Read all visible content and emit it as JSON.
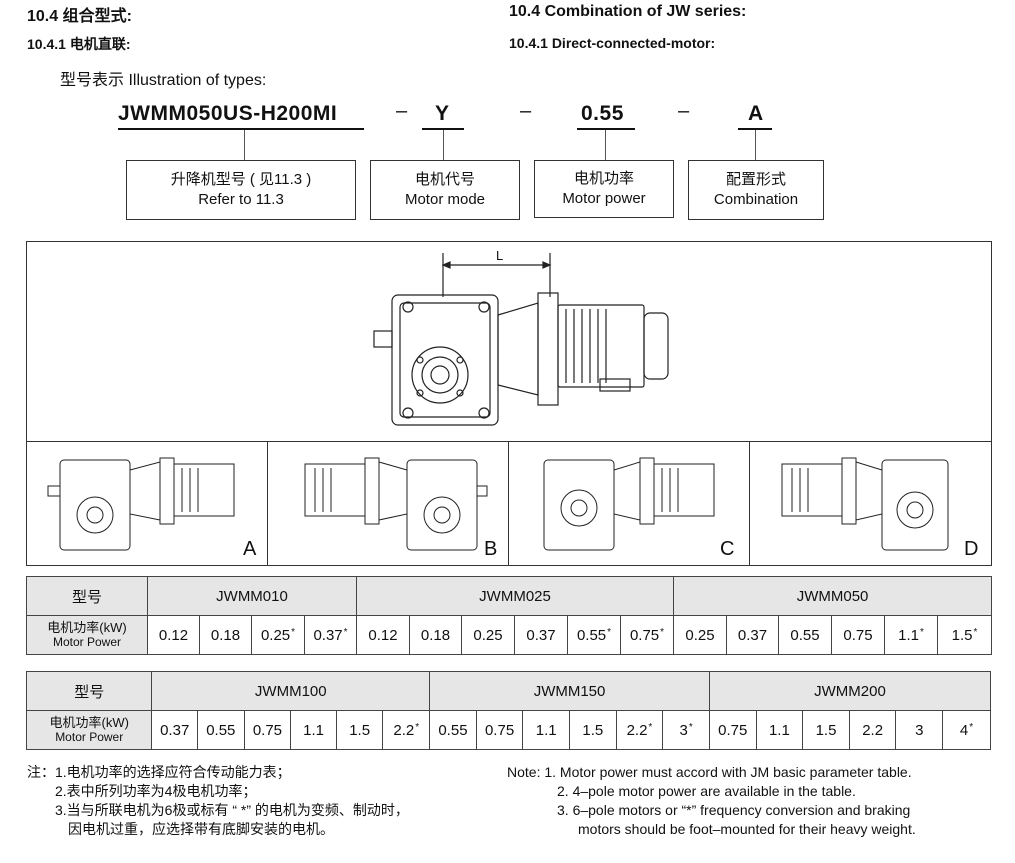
{
  "headings": {
    "cn_title": "10.4 组合型式:",
    "cn_sub": "10.4.1 电机直联:",
    "en_title": "10.4 Combination of JW series:",
    "en_sub": "10.4.1 Direct-connected-motor:",
    "illustration": "型号表示 Illustration of types:"
  },
  "model": {
    "base": "JWMM050US-H200MI",
    "sep1": "–",
    "motor_code": "Y",
    "sep2": "–",
    "power": "0.55",
    "sep3": "–",
    "config": "A"
  },
  "boxes": [
    {
      "cn": "升降机型号 ( 见11.3 )",
      "en": "Refer to 11.3"
    },
    {
      "cn": "电机代号",
      "en": "Motor mode"
    },
    {
      "cn": "电机功率",
      "en": "Motor power"
    },
    {
      "cn": "配置形式",
      "en": "Combination"
    }
  ],
  "figure": {
    "dim_label": "L",
    "variants": [
      "A",
      "B",
      "C",
      "D"
    ]
  },
  "table1": {
    "header_label": "型号",
    "groups": [
      "JWMM010",
      "JWMM025",
      "JWMM050"
    ],
    "row_label_cn": "电机功率(kW)",
    "row_label_en": "Motor Power",
    "values": [
      "0.12",
      "0.18",
      "0.25",
      "0.37",
      "0.12",
      "0.18",
      "0.25",
      "0.37",
      "0.55",
      "0.75",
      "0.25",
      "0.37",
      "0.55",
      "0.75",
      "1.1",
      "1.5"
    ],
    "star": "*"
  },
  "table2": {
    "header_label": "型号",
    "groups": [
      "JWMM100",
      "JWMM150",
      "JWMM200"
    ],
    "row_label_cn": "电机功率(kW)",
    "row_label_en": "Motor Power",
    "values": [
      "0.37",
      "0.55",
      "0.75",
      "1.1",
      "1.5",
      "2.2",
      "0.55",
      "0.75",
      "1.1",
      "1.5",
      "2.2",
      "3",
      "0.75",
      "1.1",
      "1.5",
      "2.2",
      "3",
      "4"
    ],
    "star": "*"
  },
  "notes_cn": [
    "注：1.电机功率的选择应符合传动能力表；",
    "2.表中所列功率为4极电机功率；",
    "3.当与所联电机为6极或标有 “ *” 的电机为变频、制动时，",
    "因电机过重，应选择带有底脚安装的电机。"
  ],
  "notes_en": [
    "Note:  1.  Motor power must  accord with JM basic parameter table.",
    "2.  4–pole motor power are available in the table.",
    "3.  6–pole motors or  “*” frequency conversion and braking",
    "motors should be foot–mounted for their heavy weight."
  ]
}
